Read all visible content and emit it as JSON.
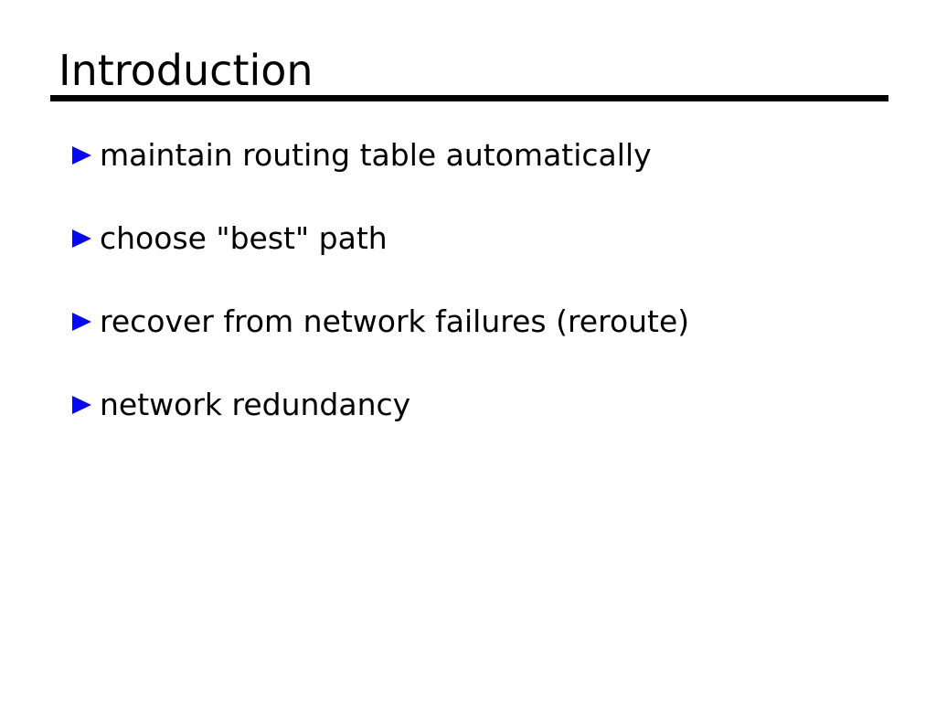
{
  "slide": {
    "title": "Introduction",
    "bullets": [
      {
        "label": "maintain routing table automatically"
      },
      {
        "label": "choose \"best\" path"
      },
      {
        "label": "recover from network failures (reroute)"
      },
      {
        "label": "network redundancy"
      }
    ],
    "colors": {
      "background": "#ffffff",
      "text": "#000000",
      "rule": "#000000",
      "bullet_accent": "#0808f0"
    }
  }
}
